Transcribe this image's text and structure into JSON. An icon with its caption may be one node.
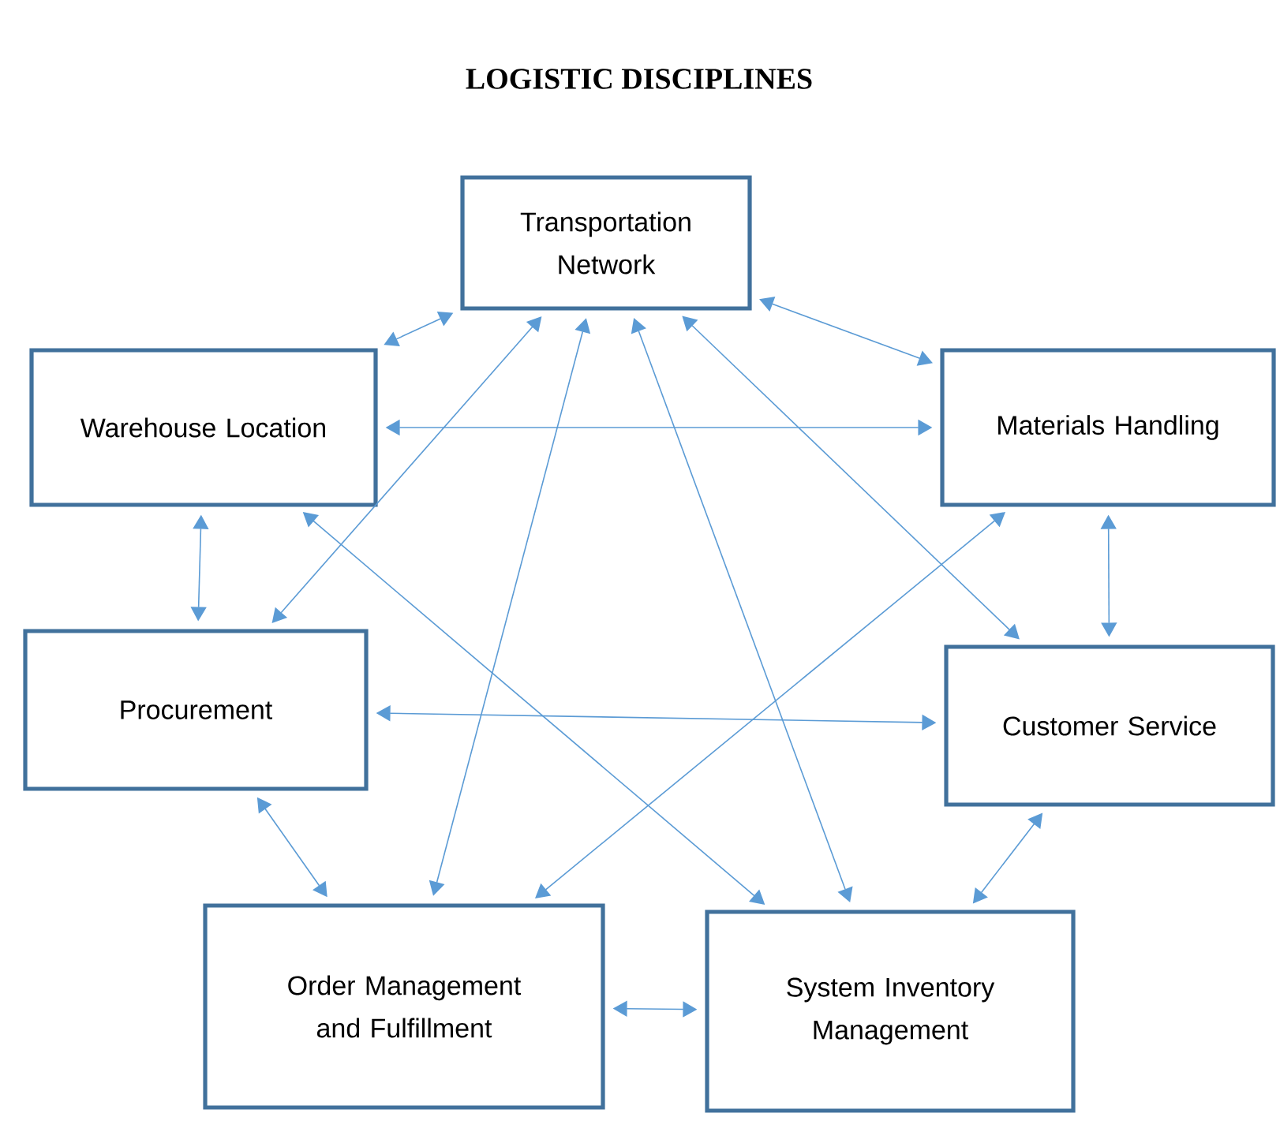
{
  "diagram": {
    "title": "LOGISTIC DISCIPLINES",
    "nodes": [
      {
        "text": [
          "Transportation Network"
        ]
      },
      {
        "text": [
          "Warehouse Location"
        ]
      },
      {
        "text": [
          "Materials Handling"
        ]
      },
      {
        "text": [
          "Procurement"
        ]
      },
      {
        "text": [
          "Customer Service"
        ]
      },
      {
        "text": [
          "Order Management and Fulfillment"
        ]
      },
      {
        "text": [
          "System Inventory Management"
        ]
      }
    ],
    "edges": [
      {
        "from": 0,
        "to": 1,
        "arrow": "both"
      },
      {
        "from": 0,
        "to": 2,
        "arrow": "both"
      },
      {
        "from": 1,
        "to": 2,
        "arrow": "both"
      },
      {
        "from": 1,
        "to": 3,
        "arrow": "both"
      },
      {
        "from": 2,
        "to": 4,
        "arrow": "both"
      },
      {
        "from": 3,
        "to": 4,
        "arrow": "both"
      },
      {
        "from": 3,
        "to": 5,
        "arrow": "both"
      },
      {
        "from": 4,
        "to": 6,
        "arrow": "both"
      },
      {
        "from": 5,
        "to": 6,
        "arrow": "both"
      },
      {
        "from": 0,
        "to": 3,
        "arrow": "both"
      },
      {
        "from": 0,
        "to": 5,
        "arrow": "both"
      },
      {
        "from": 0,
        "to": 6,
        "arrow": "both"
      },
      {
        "from": 0,
        "to": 4,
        "arrow": "both"
      },
      {
        "from": 1,
        "to": 6,
        "arrow": "both"
      },
      {
        "from": 2,
        "to": 5,
        "arrow": "both"
      }
    ]
  }
}
